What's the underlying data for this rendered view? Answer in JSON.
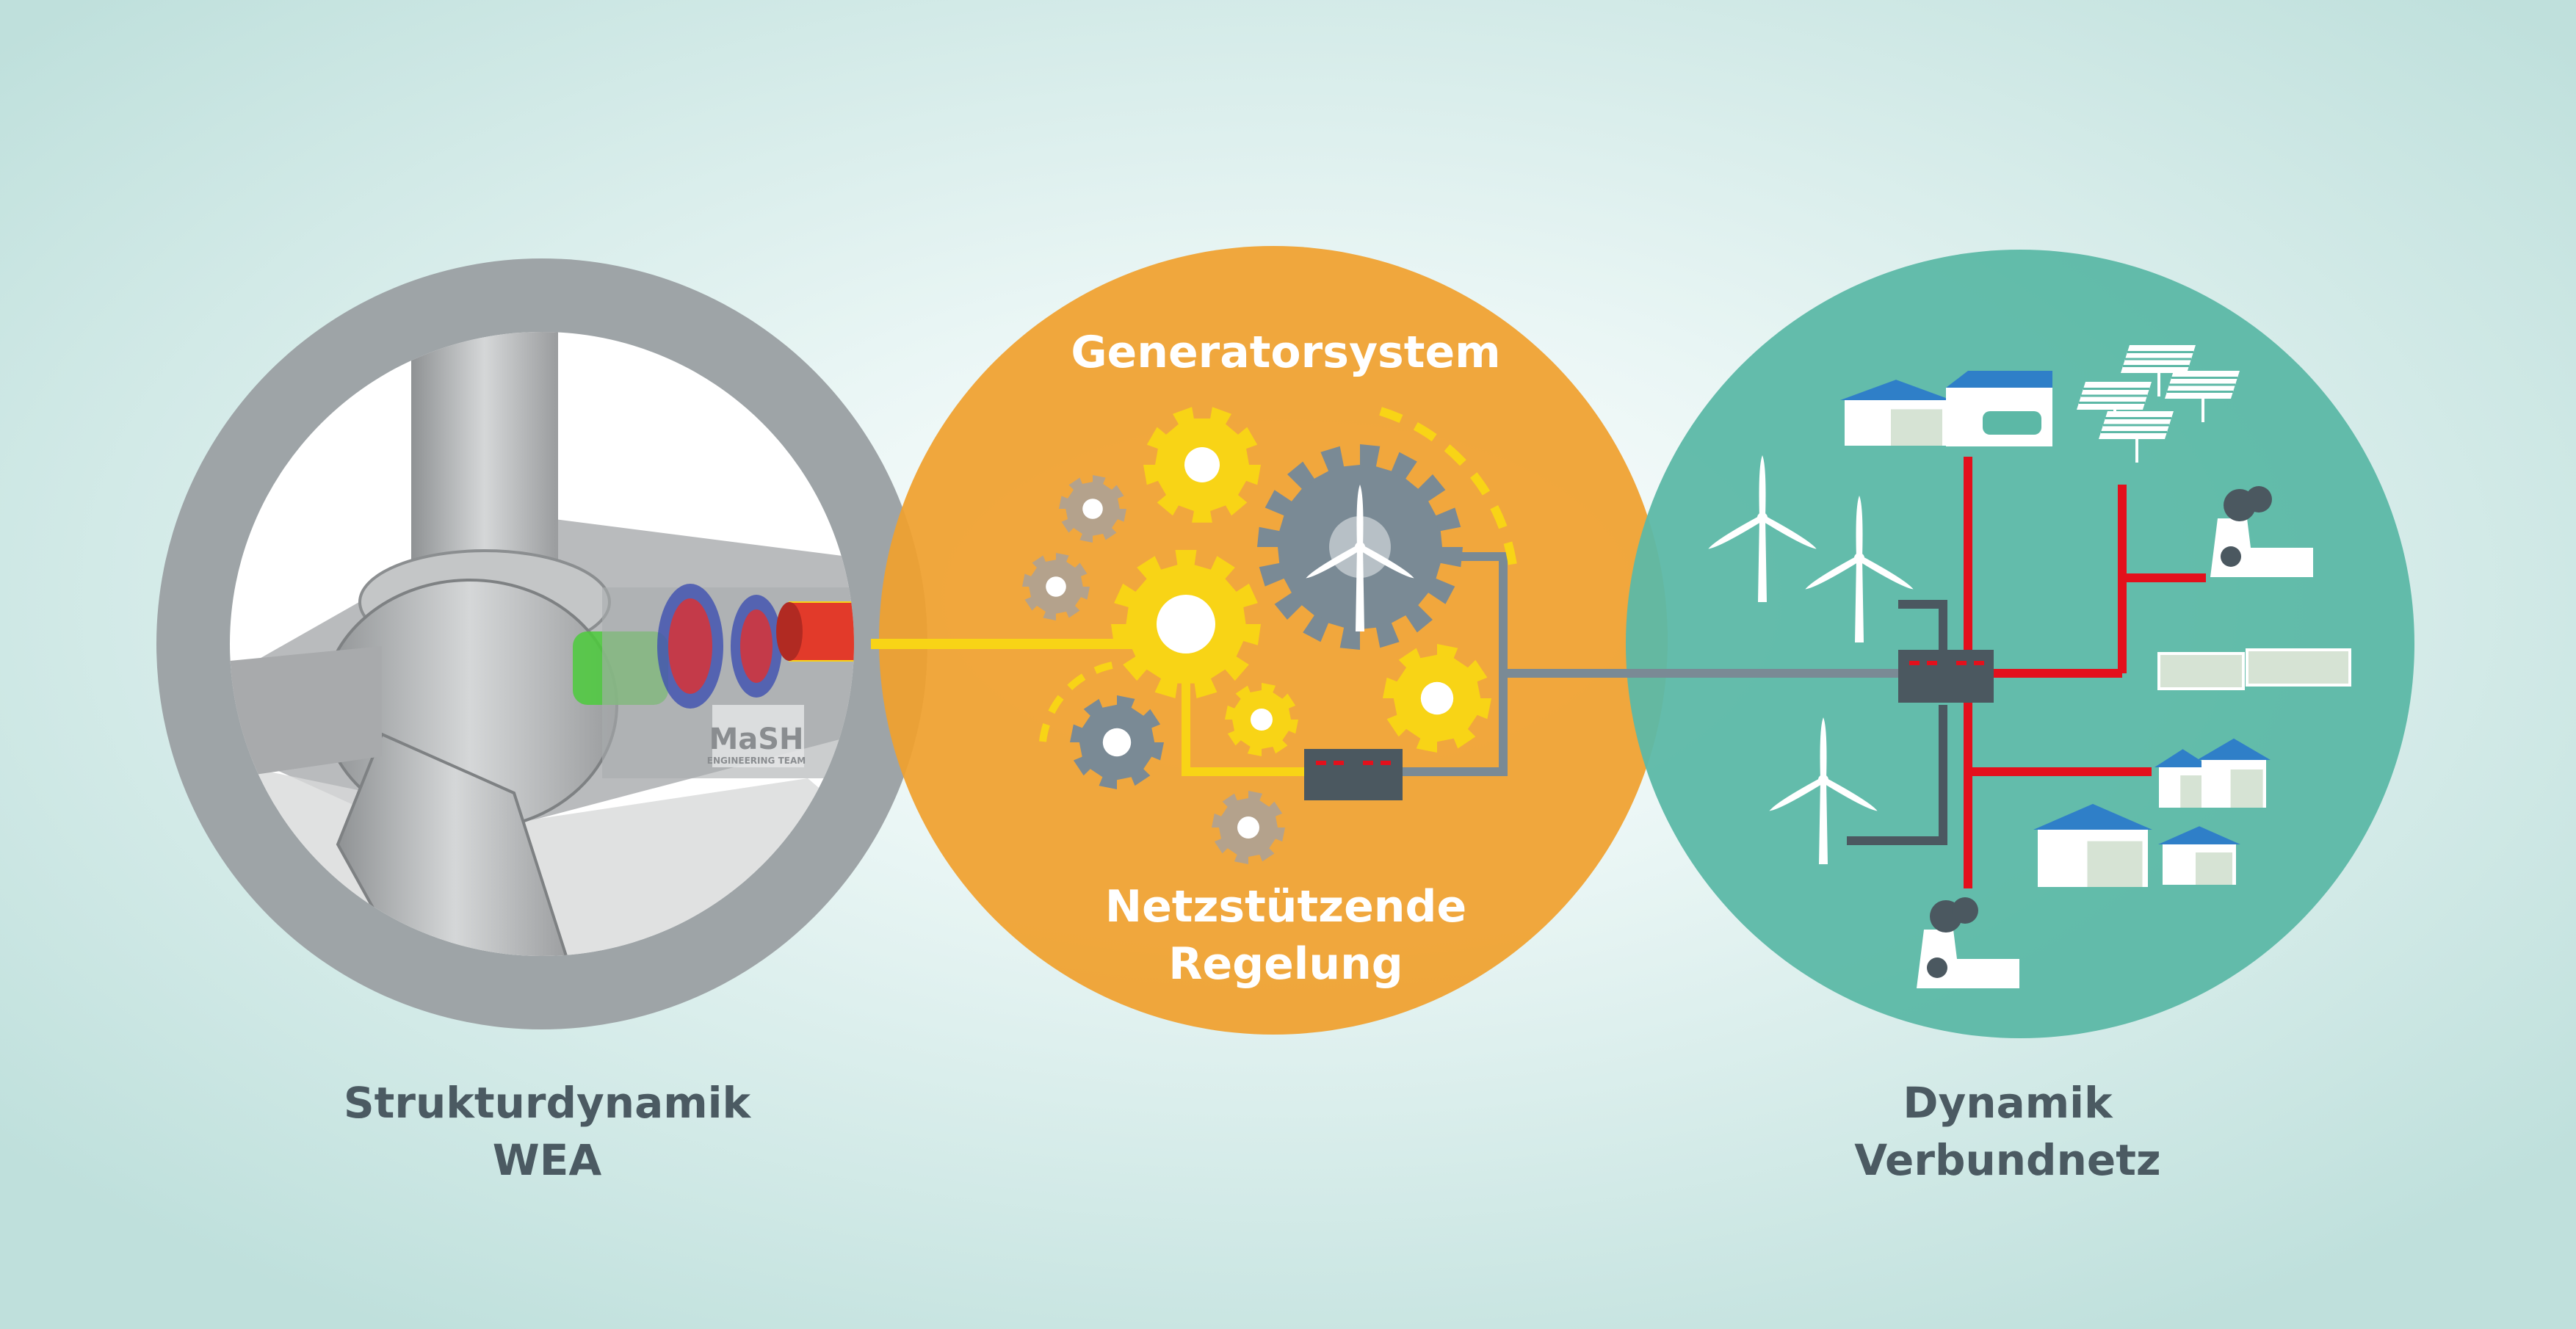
{
  "center": {
    "title": "Generatorsystem",
    "subtitle_line1": "Netzstützende",
    "subtitle_line2": "Regelung"
  },
  "left": {
    "label_line1": "Strukturdynamik",
    "label_line2": "WEA",
    "logo_text": "MaSH",
    "logo_subtext": "ENGINEERING TEAM"
  },
  "right": {
    "label_line1": "Dynamik",
    "label_line2": "Verbundnetz"
  },
  "colors": {
    "orange": "#f0a02e",
    "teal": "#5cb8a6",
    "gray_ring": "#9ea4a7",
    "yellow": "#f8d416",
    "gear_gray": "#7a8a95",
    "gear_tan": "#b4a28c",
    "red_grid": "#e3101c",
    "label_text": "#4b5a62"
  }
}
